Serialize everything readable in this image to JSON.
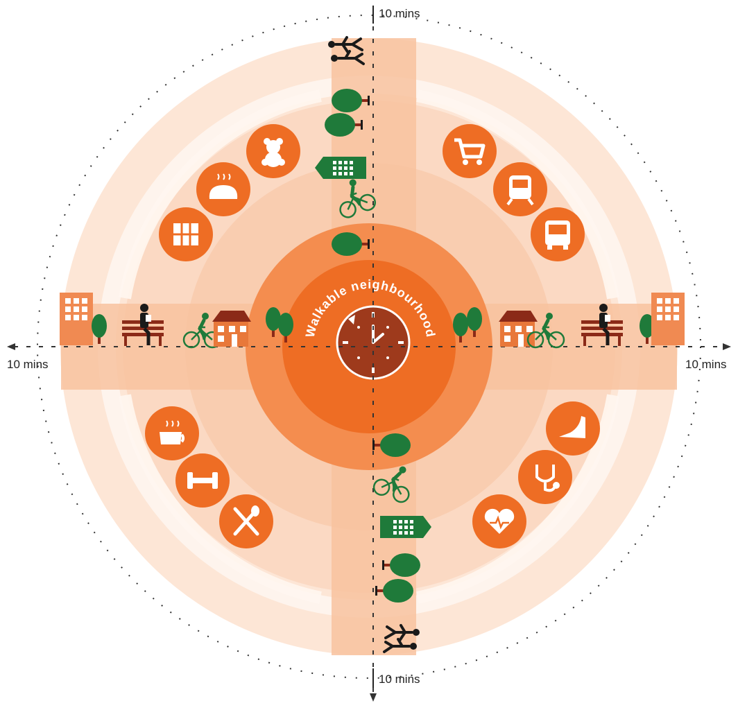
{
  "center_label": "Walkable neighbourhood",
  "distance_labels": {
    "top": "10 mins",
    "bottom": "10 mins",
    "left": "10 mins",
    "right": "10 mins"
  },
  "colors": {
    "core": "#ee6d24",
    "ring_inner": "#f4955a",
    "band": "#f8c7a6",
    "ring_outer": "#fde7d8",
    "ring_faint": "#fef3ec",
    "clock": "#9e3a1c",
    "icon_circle": "#ee6d24",
    "green": "#1f7a3a",
    "trunk": "#8b2a18",
    "figure": "#1a1a1a"
  },
  "service_icons": {
    "top_left": [
      "teddy-bear-icon",
      "bread-icon",
      "map-icon"
    ],
    "top_right": [
      "shopping-cart-icon",
      "train-icon",
      "bus-icon"
    ],
    "bottom_left": [
      "coffee-cup-icon",
      "dumbbell-icon",
      "fork-spoon-icon"
    ],
    "bottom_right": [
      "high-heel-shoe-icon",
      "stethoscope-icon",
      "heart-monitor-icon"
    ]
  },
  "axis_icons": [
    "walking-people-icon",
    "tree-icon",
    "office-building-icon",
    "cyclist-icon",
    "house-icon",
    "bench-reader-icon",
    "apartment-building-icon"
  ]
}
